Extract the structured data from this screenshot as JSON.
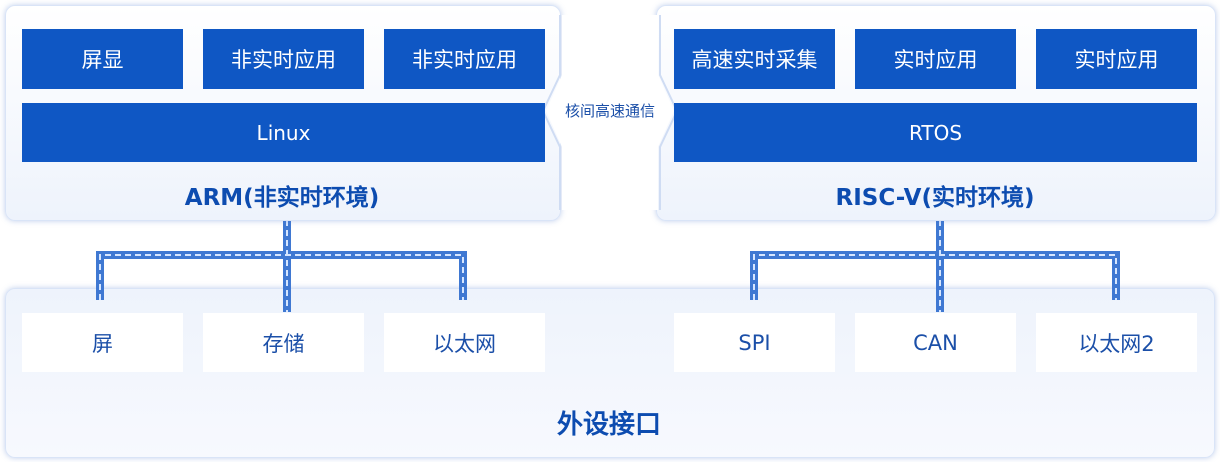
{
  "arm": {
    "apps": [
      "屏显",
      "非实时应用",
      "非实时应用"
    ],
    "os": "Linux",
    "title": "ARM(非实时环境)"
  },
  "riscv": {
    "apps": [
      "高速实时采集",
      "实时应用",
      "实时应用"
    ],
    "os": "RTOS",
    "title": "RISC-V(实时环境)"
  },
  "link": {
    "label": "核间高速通信"
  },
  "peripherals": {
    "items": [
      "屏",
      "存储",
      "以太网",
      "SPI",
      "CAN",
      "以太网2"
    ],
    "title": "外设接口"
  },
  "colors": {
    "primary": "#0f57c4",
    "text": "#0d4cb0"
  }
}
